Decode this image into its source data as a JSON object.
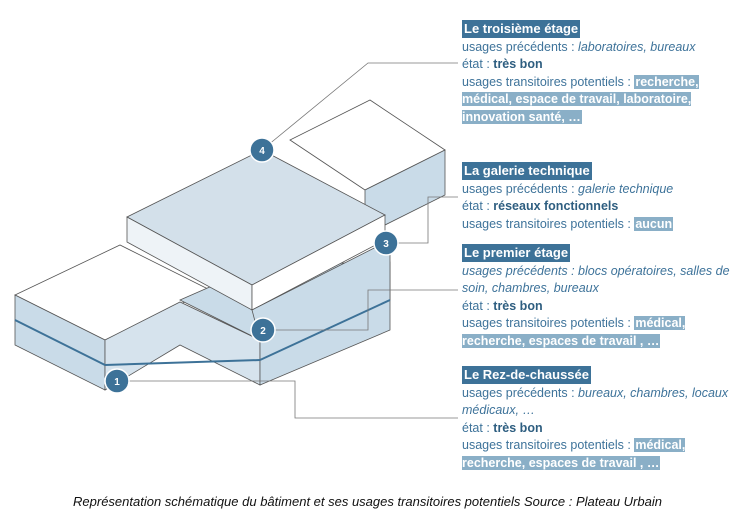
{
  "markers": [
    "1",
    "2",
    "3",
    "4"
  ],
  "floors": [
    {
      "title": "Le troisième étage",
      "prev_label": "usages précédents : ",
      "prev_value": "laboratoires, bureaux",
      "state_label": "état : ",
      "state_value": "très bon",
      "uses_label": "usages transitoires potentiels : ",
      "uses_value": "recherche, médical, espace de travail, laboratoire, innovation santé, …"
    },
    {
      "title": "La galerie technique",
      "prev_label": "usages précédents : ",
      "prev_value": "galerie technique",
      "state_label": "état : ",
      "state_value": "réseaux fonctionnels",
      "uses_label": "usages transitoires potentiels : ",
      "uses_value": "aucun"
    },
    {
      "title": "Le premier étage",
      "prev_label": "usages précédents : ",
      "prev_value": "blocs opératoires, salles de soin, chambres, bureaux",
      "state_label": "état : ",
      "state_value": "très bon",
      "uses_label": "usages transitoires potentiels : ",
      "uses_value": "médical, recherche, espaces de travail , …"
    },
    {
      "title": "Le Rez-de-chaussée",
      "prev_label": "usages précédents : ",
      "prev_value": "bureaux, chambres, locaux médicaux, …",
      "state_label": "état : ",
      "state_value": "très bon",
      "uses_label": "usages transitoires potentiels : ",
      "uses_value": "médical, recherche, espaces de travail , …"
    }
  ],
  "caption": "Représentation schématique du bâtiment et ses usages transitoires potentiels Source : Plateau Urbain",
  "colors": {
    "header": "#3d7298",
    "highlight": "#8aafc7",
    "text": "#3e739a",
    "roof": "#d3e0ea"
  }
}
